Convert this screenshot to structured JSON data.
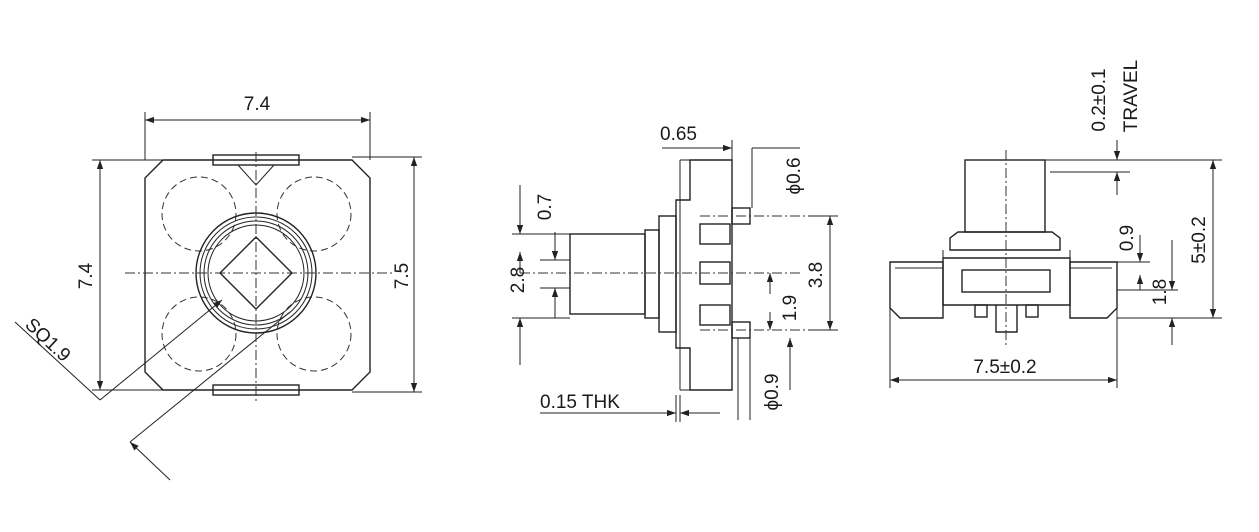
{
  "top_view": {
    "width_label": "7.4",
    "height_label": "7.4",
    "overall_height_label": "7.5",
    "shaft_label": "SQ1.9"
  },
  "side_view": {
    "plate_label": "0.65",
    "pin_dia_label": "ϕ0.6",
    "offset_label": "0.7",
    "shaft_height_label": "2.8",
    "pitch_label": "3.8",
    "pin_pitch_label": "1.9",
    "thickness_label": "0.15 THK",
    "hole_dia_label": "ϕ0.9"
  },
  "front_view": {
    "travel_label": "0.2±0.1",
    "travel_word": "TRAVEL",
    "height_label": "5±0.2",
    "width_label": "7.5±0.2",
    "step_label": "0.9",
    "base_label": "1.8"
  }
}
